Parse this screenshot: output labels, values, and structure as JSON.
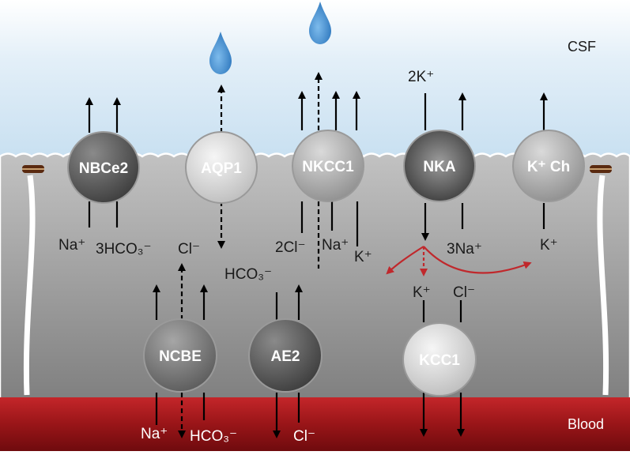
{
  "regions": {
    "csf": "CSF",
    "blood": "Blood"
  },
  "transporters": {
    "nbce2": "NBCe2",
    "aqp1": "AQP1",
    "nkcc1": "NKCC1",
    "nka": "NKA",
    "kch": "K⁺ Ch",
    "ncbe": "NCBE",
    "ae2": "AE2",
    "kcc1": "KCC1"
  },
  "ions": {
    "nbce2_na": "Na⁺",
    "nbce2_hco3": "3HCO₃⁻",
    "ncbe_cl": "Cl⁻",
    "nkcc1_cl": "2Cl⁻",
    "nkcc1_na": "Na⁺",
    "nkcc1_k": "K⁺",
    "ae2_hco3": "HCO₃⁻",
    "nka_k_in": "2K⁺",
    "nka_na": "3Na⁺",
    "kch_k": "K⁺",
    "kcc1_k": "K⁺",
    "kcc1_cl": "Cl⁻",
    "blood_na": "Na⁺",
    "blood_hco3": "HCO₃⁻",
    "blood_cl": "Cl⁻"
  },
  "colors": {
    "csf_top": "#ffffff",
    "csf_bottom": "#c5def0",
    "blood": "#a4181c",
    "flow_arrow": "#c0282c",
    "water_drop": "#3d8bd0"
  }
}
